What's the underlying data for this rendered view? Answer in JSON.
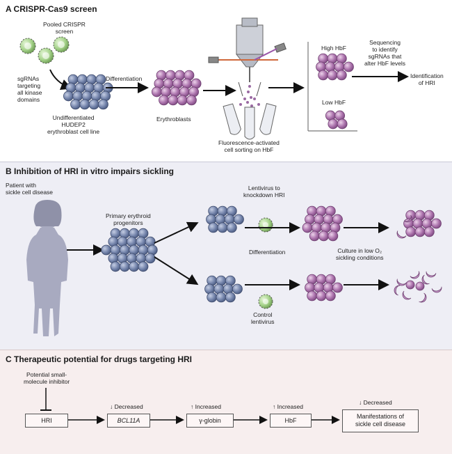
{
  "panelA": {
    "title": "A  CRISPR-Cas9 screen",
    "pooled": "Pooled CRISPR\nscreen",
    "sgrnas": "sgRNAs\ntargeting\nall kinase\ndomains",
    "undiff": "Undifferentiated\nHUDEP2\nerythroblast cell line",
    "differentiation": "Differentiation",
    "erythroblasts": "Erythroblasts",
    "facs": "Fluorescence-activated\ncell sorting on HbF",
    "high": "High HbF",
    "low": "Low HbF",
    "sequencing": "Sequencing\nto identify\nsgRNAs that\nalter HbF levels",
    "identification": "Identification\nof HRI"
  },
  "panelB": {
    "title": "B  Inhibition of HRI in vitro impairs sickling",
    "patient": "Patient with\nsickle cell disease",
    "progenitors": "Primary erythroid\nprogenitors",
    "lentivirus": "Lentivirus to\nknockdown HRI",
    "differentiation": "Differentiation",
    "control": "Control\nlentivirus",
    "culture": "Culture in low O₂\nsickling conditions"
  },
  "panelC": {
    "title": "C  Therapeutic potential for drugs targeting HRI",
    "inhibitor": "Potential small-\nmolecule inhibitor",
    "hri": "HRI",
    "bcl11a": "BCL11A",
    "globin": "γ-globin",
    "hbf": "HbF",
    "manifest": "Manifestations of\nsickle cell disease",
    "decreased1": "↓ Decreased",
    "increased1": "↑ Increased",
    "increased2": "↑ Increased",
    "decreased2": "↓ Decreased"
  },
  "colors": {
    "blue_cell": "#6f7fa6",
    "purple_cell": "#a06aa6",
    "green_virus": "#9ccf7f",
    "panel_b_bg": "#eeeef5",
    "panel_c_bg": "#f7eeee",
    "silhouette": "#a8aac0"
  }
}
